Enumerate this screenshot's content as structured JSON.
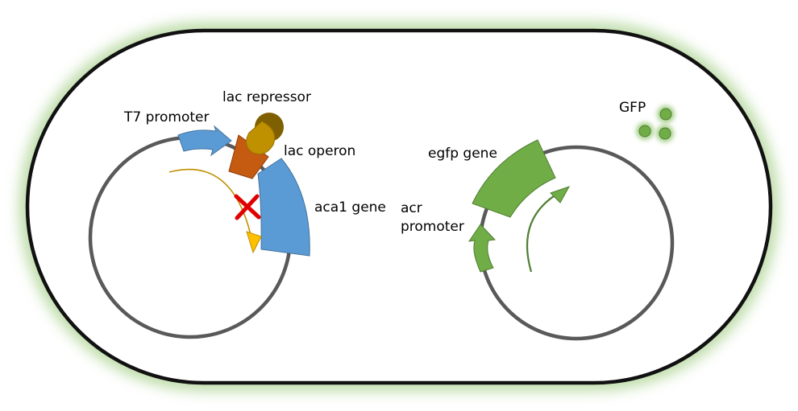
{
  "labels": {
    "t7_promoter": "T7 promoter",
    "lac_repressor": "lac repressor",
    "lac_operon": "lac operon",
    "aca1_gene": "aca1 gene",
    "egfp_gene": "egfp gene",
    "acr_promoter_line1": "acr",
    "acr_promoter_line2": "promoter",
    "gfp": "GFP"
  },
  "colors": {
    "cell_outline": "#111111",
    "cell_glow": "#a9d18e",
    "plasmid_ring": "#595959",
    "blue_element": "#5b9bd5",
    "repressor_orange": "#c55a11",
    "repressor_gold": "#bf9000",
    "repressor_dark": "#7f6000",
    "transcription_arrow": "#ffc000",
    "block_cross": "#e00000",
    "green_element": "#70ad47",
    "green_dark": "#507e32"
  },
  "icons": {
    "block": "red-x-icon",
    "protein": "circle-dot-icon"
  }
}
